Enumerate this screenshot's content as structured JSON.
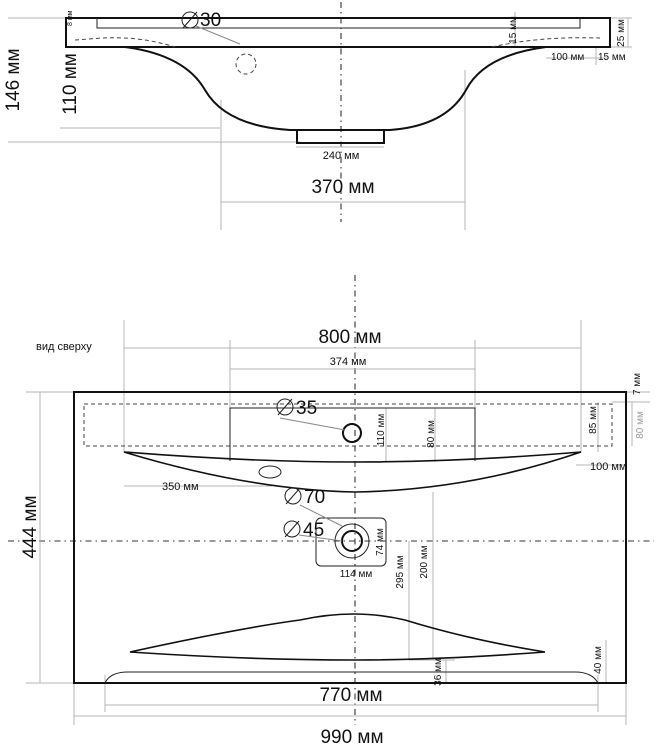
{
  "side_view": {
    "dim_d30": "30",
    "dim_8mm": "8 мм",
    "dim_15mm_v": "15 мм",
    "dim_25mm": "25 мм",
    "dim_146": "146 мм",
    "dim_110": "110 мм",
    "dim_100": "100 мм",
    "dim_15": "15 мм",
    "dim_240": "240 мм",
    "dim_370": "370 мм"
  },
  "top_view": {
    "caption": "вид сверху",
    "dim_800": "800 мм",
    "dim_374": "374 мм",
    "dim_7": "7 мм",
    "dim_d35": "35",
    "dim_110": "110 мм",
    "dim_80": "80 мм",
    "dim_85": "85 мм",
    "dim_80_grey": "80 мм",
    "dim_100": "100 мм",
    "dim_350": "350 мм",
    "dim_d70": "70",
    "dim_d45": "45",
    "dim_74": "74 мм",
    "dim_114": "114 мм",
    "dim_295": "295 мм",
    "dim_200": "200 мм",
    "dim_444": "444 мм",
    "dim_36": "36 мм",
    "dim_40": "40 мм",
    "dim_770": "770 мм",
    "dim_990": "990 мм"
  },
  "symbols": {
    "diameter": "⌀"
  }
}
